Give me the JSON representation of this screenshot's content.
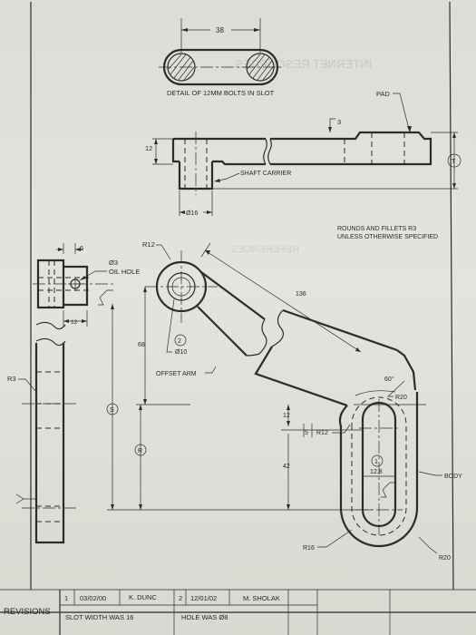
{
  "detail": {
    "dim_bolt_spacing": "38",
    "title": "DETAIL OF 12MM BOLTS IN SLOT"
  },
  "watermark": {
    "text_1": "INTERNET RESOURCES",
    "text_2": "REFERENCES"
  },
  "top_view": {
    "pad_label": "PAD",
    "dim_pad_height": "3",
    "dim_thickness": "12",
    "dim_t_symbol": "T",
    "shaft_carrier_label": "SHAFT CARRIER",
    "dim_shaft_dia": "Ø16"
  },
  "notes": {
    "line_1": "ROUNDS AND FILLETS R3",
    "line_2": "UNLESS OTHERWISE SPECIFIED"
  },
  "side_view": {
    "dim_6": "6",
    "oil_hole_dia": "Ø3",
    "oil_hole_label": "OIL HOLE",
    "dim_12": "12",
    "radius_r3": "R3"
  },
  "front_view": {
    "r12_top": "R12",
    "dim_136": "136",
    "bubble_2": "2",
    "dia_10": "Ø10",
    "dim_68": "68",
    "offset_arm_label": "OFFSET ARM",
    "angle_60": "60°",
    "r20_top": "R20",
    "dim_s": "S",
    "dim_r": "R",
    "dim_12_body": "12",
    "dim_5": "5",
    "r12_body": "R12",
    "dim_42": "42",
    "bubble_1": "1",
    "dim_12_8": "12.8",
    "body_label": "BODY",
    "r16": "R16",
    "r20_bottom": "R20"
  },
  "revisions": {
    "label": "REVISIONS",
    "rev1": {
      "num": "1",
      "date": "03/02/00",
      "by": "K. DUNC",
      "note": "SLOT WIDTH WAS 16"
    },
    "rev2": {
      "num": "2",
      "date": "12/01/02",
      "by": "M. SHOLAK",
      "note": "HOLE WAS Ø8"
    }
  }
}
